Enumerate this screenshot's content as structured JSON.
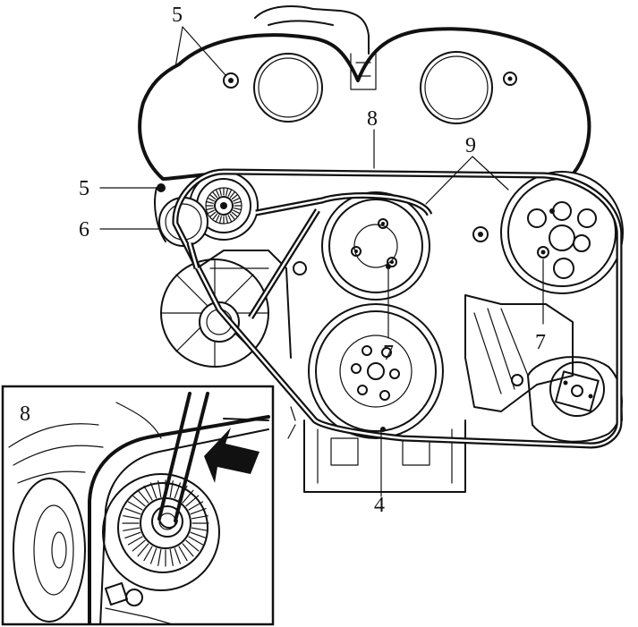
{
  "callouts": {
    "c5_top": "5",
    "c8_top": "8",
    "c9": "9",
    "c5_left": "5",
    "c6": "6",
    "c7_mid": "7",
    "c7_right": "7",
    "c4": "4",
    "c8_inset": "8"
  }
}
